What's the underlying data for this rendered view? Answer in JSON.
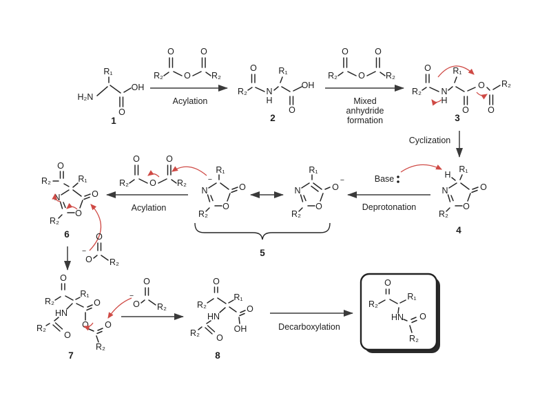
{
  "atoms": {
    "r1": "R₁",
    "r2": "R₂",
    "h2n": "H₂N",
    "oh": "OH",
    "o": "O",
    "n": "N",
    "h": "H",
    "hn": "HN",
    "minus": "−"
  },
  "numbers": {
    "s1": "1",
    "s2": "2",
    "s3": "3",
    "s4": "4",
    "s5": "5",
    "s6": "6",
    "s7": "7",
    "s8": "8"
  },
  "steps": {
    "acylation": "Acylation",
    "mixed": [
      "Mixed",
      "anhydride",
      "formation"
    ],
    "cyclization": "Cyclization",
    "deprotonation": "Deprotonation",
    "base": "Base",
    "decarboxylation": "Decarboxylation"
  },
  "colors": {
    "bond": "#242424",
    "reaction_arrow": "#3a3a3a",
    "mechanism_arrow_red": "#cf4a45",
    "background": "#ffffff"
  }
}
